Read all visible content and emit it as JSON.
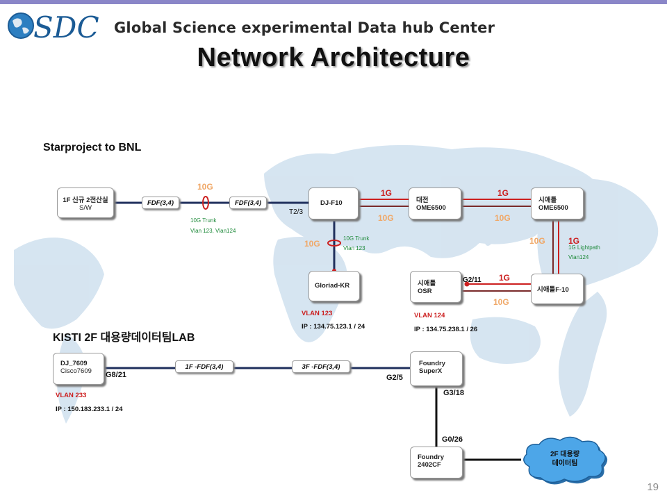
{
  "header": {
    "logo_text": "GSDC",
    "logo_title": "Global Science experimental Data hub Center"
  },
  "title": "Network Architecture",
  "sections": {
    "bnl": "Starproject to BNL",
    "lab": "KISTI 2F 대용량데이터팀LAB"
  },
  "nodes": {
    "sw": {
      "l1": "1F 신규 2전산실",
      "l2": "S/W"
    },
    "djf10": {
      "l1": "DJ-F10"
    },
    "daejeon": {
      "l1": "대전",
      "l2": "OME6500"
    },
    "seattle_ome": {
      "l1": "시애틀",
      "l2": "OME6500"
    },
    "gloriad": {
      "l1": "Gloriad-KR"
    },
    "seattle_osr": {
      "l1": "시애틀",
      "l2": "OSR"
    },
    "seattle_f10": {
      "l1": "시애틀F-10"
    },
    "dj7609": {
      "l1": "DJ_7609",
      "l2": "Cisco7609"
    },
    "superx": {
      "l1": "Foundry",
      "l2": "SuperX"
    },
    "f2402": {
      "l1": "Foundry",
      "l2": "2402CF"
    }
  },
  "fdf": {
    "a": "FDF(3,4)",
    "b": "FDF(3,4)",
    "c": "1F -FDF(3,4)",
    "d": "3F -FDF(3,4)"
  },
  "labels": {
    "g10_top": "10G",
    "trunk_a1": "10G Trunk",
    "trunk_a2": "Vlan 123, Vlan124",
    "t23": "T2/3",
    "g1_djdae": "1G",
    "g10_djdae": "10G",
    "g1_dae_sea": "1G",
    "g10_dae_sea": "10G",
    "g10_vert_dj": "10G",
    "trunk_b1": "10G Trunk",
    "trunk_b2": "Vlan 123",
    "g10_vert_sea": "10G",
    "g1_vert_sea": "1G",
    "lightpath1": "1G Lightpath",
    "lightpath2": "Vlan124",
    "g211": "G2/11",
    "g1_osr": "1G",
    "g10_osr": "10G",
    "vlan123": "VLAN 123",
    "ip123": "IP : 134.75.123.1 / 24",
    "vlan124": "VLAN 124",
    "ip124": "IP : 134.75.238.1 / 26",
    "g821": "G8/21",
    "g25": "G2/5",
    "g318": "G3/18",
    "g026": "G0/26",
    "vlan233": "VLAN 233",
    "ip233": "IP : 150.183.233.1 / 24",
    "cloud_l1": "2F 대용량",
    "cloud_l2": "데이터팀"
  },
  "page_number": "19",
  "colors": {
    "navy": "#1f2f5c",
    "red": "#cc1f1f",
    "brown": "#7a2a2a",
    "orange": "#f0a868",
    "green": "#1e8a3a",
    "cloud": "#4da6e8",
    "header_bar": "#8a86c8"
  }
}
